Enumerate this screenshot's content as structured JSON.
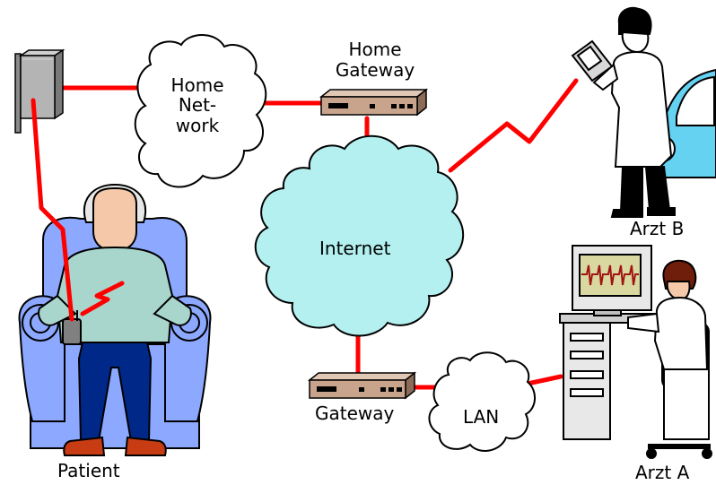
{
  "labels": {
    "home_network": [
      "Home",
      "Net-",
      "work"
    ],
    "home_gateway": [
      "Home",
      "Gateway"
    ],
    "internet": "Internet",
    "gateway": "Gateway",
    "lan": "LAN",
    "patient": "Patient",
    "arzt_a": "Arzt A",
    "arzt_b": "Arzt B"
  },
  "colors": {
    "link": "#ff0000",
    "internet_cloud": "#b4f0f0",
    "small_cloud": "#ffffff",
    "gateway_box": "#c8a48c",
    "armchair": "#8ca8ff",
    "patient_shirt": "#a8d6cc",
    "patient_trousers": "#002888",
    "car": "#64d2f0",
    "monitor_screen": "#d8d8a0",
    "ecg_trace": "#a01414"
  },
  "icons": [
    "wall-device-icon",
    "gateway-router-icon",
    "armchair-icon",
    "patient-person-icon",
    "body-sensor-icon",
    "doctor-standing-icon",
    "pda-icon",
    "car-icon",
    "workstation-icon",
    "monitor-icon",
    "office-chair-icon",
    "doctor-seated-icon"
  ]
}
